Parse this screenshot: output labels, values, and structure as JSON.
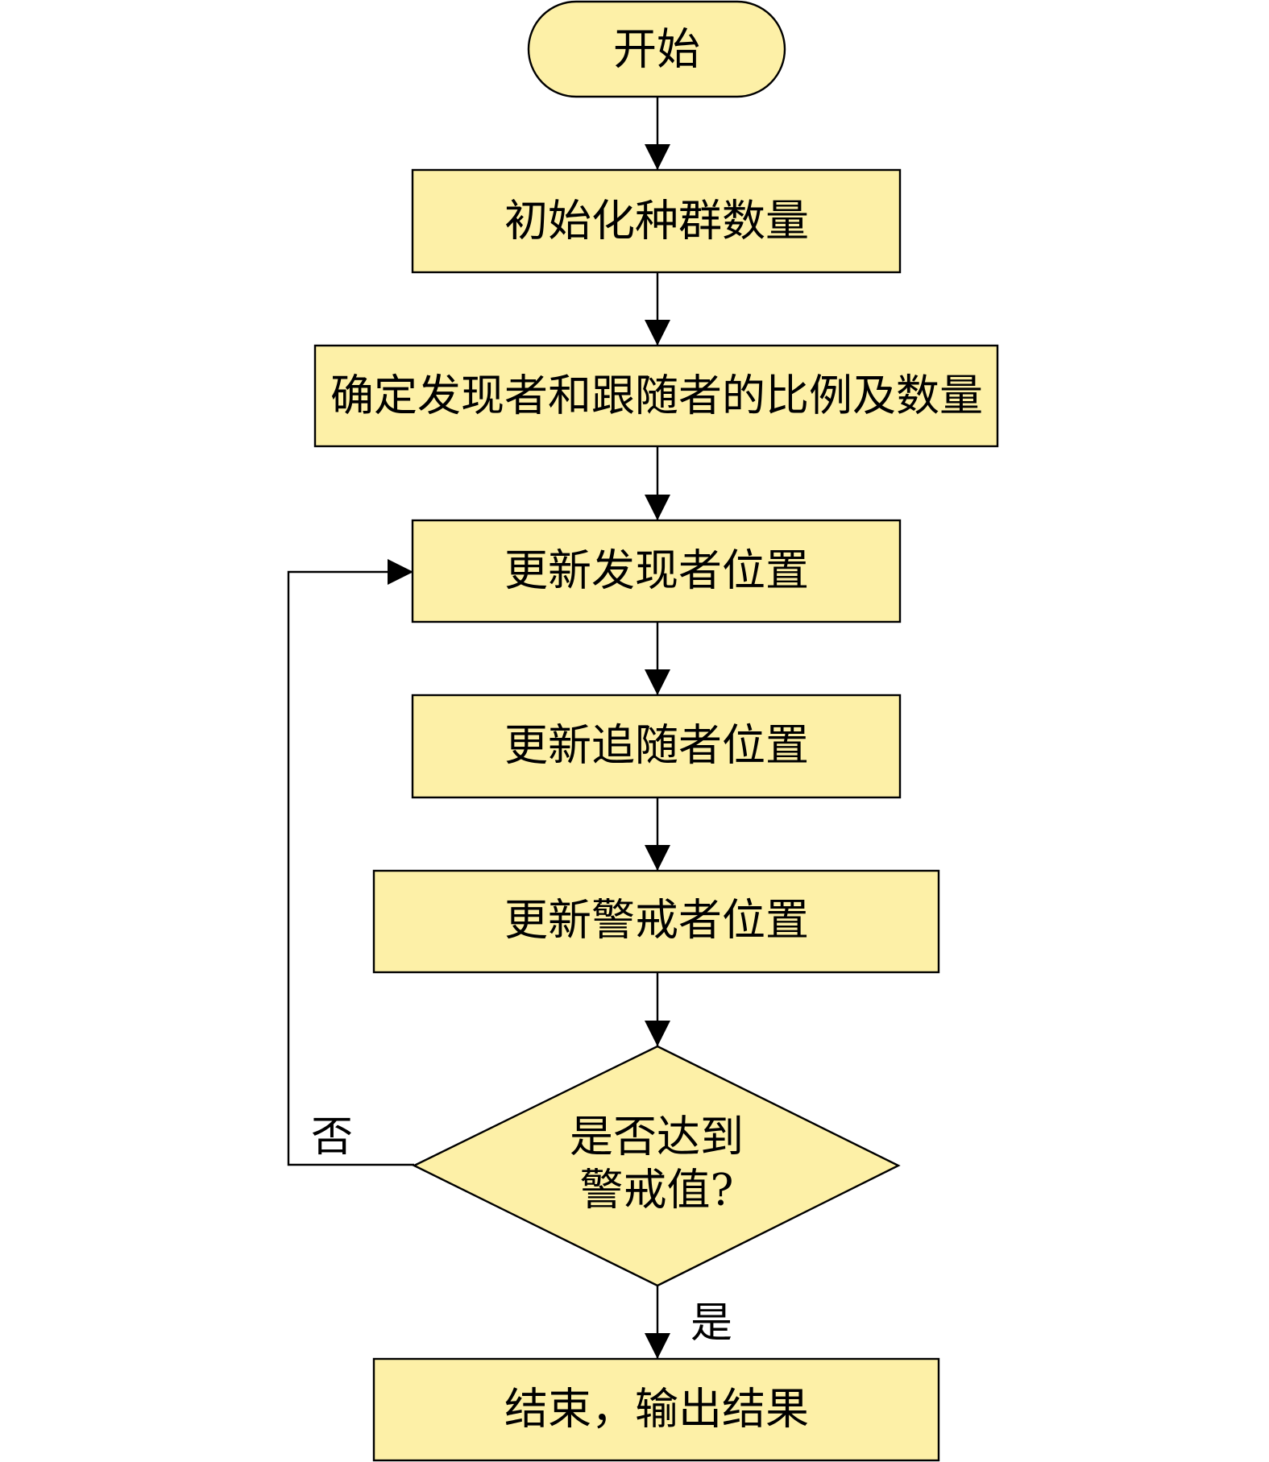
{
  "colors": {
    "node_fill": "#fdf0a7",
    "stroke": "#000000",
    "text": "#000000"
  },
  "nodes": {
    "start": {
      "label": "开始",
      "shape": "terminator"
    },
    "init_population": {
      "label": "初始化种群数量",
      "shape": "process"
    },
    "set_ratio": {
      "label": "确定发现者和跟随者的比例及数量",
      "shape": "process"
    },
    "update_discoverer": {
      "label": "更新发现者位置",
      "shape": "process"
    },
    "update_follower": {
      "label": "更新追随者位置",
      "shape": "process"
    },
    "update_watcher": {
      "label": "更新警戒者位置",
      "shape": "process"
    },
    "check_alert": {
      "label_line1": "是否达到",
      "label_line2": "警戒值?",
      "shape": "decision"
    },
    "end_output": {
      "label": "结束，输出结果",
      "shape": "process"
    }
  },
  "edges": {
    "no_label": "否",
    "yes_label": "是"
  }
}
